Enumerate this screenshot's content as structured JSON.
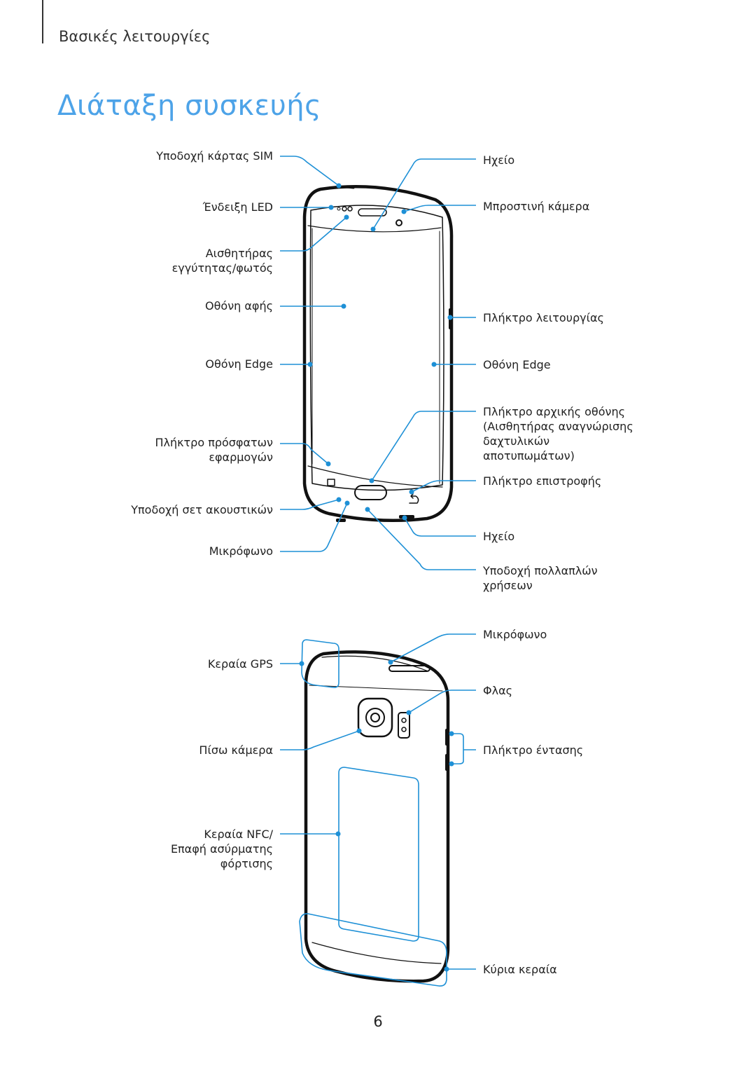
{
  "header": {
    "section": "Βασικές λειτουργίες",
    "title": "Διάταξη συσκευής"
  },
  "front": {
    "left": {
      "sim_tray": "Υποδοχή κάρτας SIM",
      "led": "Ένδειξη LED",
      "sensor_l1": "Αισθητήρας",
      "sensor_l2": "εγγύτητας/φωτός",
      "touchscreen": "Οθόνη αφής",
      "edge": "Οθόνη Edge",
      "recent_l1": "Πλήκτρο πρόσφατων",
      "recent_l2": "εφαρμογών",
      "headset": "Υποδοχή σετ ακουστικών",
      "mic": "Μικρόφωνο"
    },
    "right": {
      "earpiece": "Ηχείο",
      "front_camera": "Μπροστινή κάμερα",
      "power": "Πλήκτρο λειτουργίας",
      "edge": "Οθόνη Edge",
      "home_l1": "Πλήκτρο αρχικής οθόνης",
      "home_l2": "(Αισθητήρας αναγνώρισης",
      "home_l3": "δαχτυλικών",
      "home_l4": "αποτυπωμάτων)",
      "back_key": "Πλήκτρο επιστροφής",
      "speaker": "Ηχείο",
      "multipurpose_l1": "Υποδοχή πολλαπλών",
      "multipurpose_l2": "χρήσεων"
    }
  },
  "back": {
    "left": {
      "gps": "Κεραία GPS",
      "rear_camera": "Πίσω κάμερα",
      "nfc_l1": "Κεραία NFC/",
      "nfc_l2": "Επαφή ασύρματης",
      "nfc_l3": "φόρτισης"
    },
    "right": {
      "mic": "Μικρόφωνο",
      "flash": "Φλας",
      "volume": "Πλήκτρο έντασης",
      "main_antenna": "Κύρια κεραία"
    }
  },
  "footer": {
    "page_number": "6"
  },
  "colors": {
    "accent": "#4da3e8",
    "callout": "#1e90d6",
    "outline": "#111111"
  }
}
